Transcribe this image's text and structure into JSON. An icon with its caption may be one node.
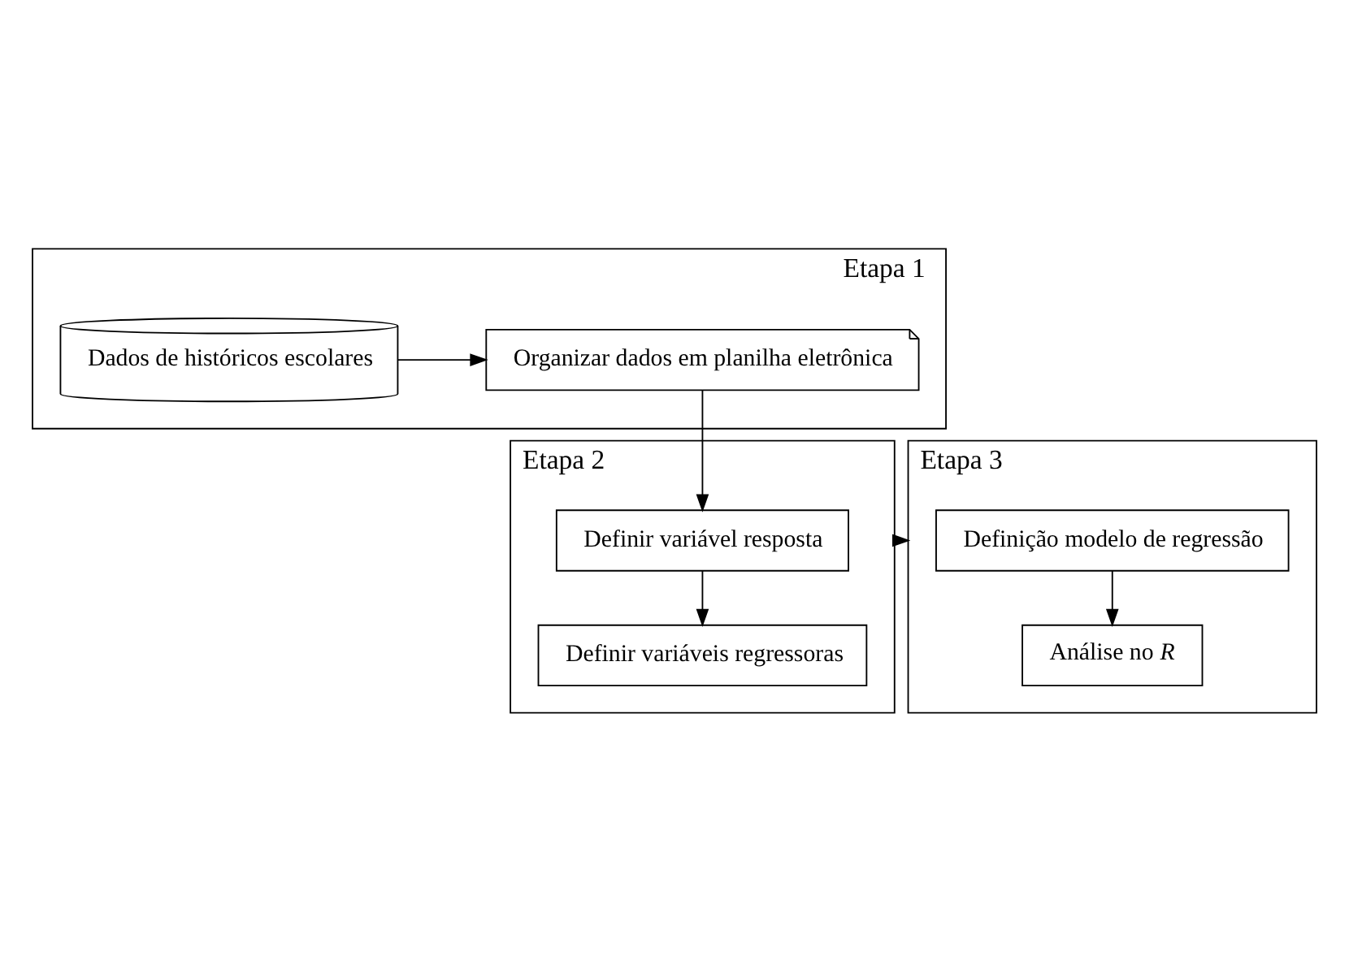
{
  "diagram": {
    "nodes": [
      {
        "text": [
          "Etapa 1"
        ]
      },
      {
        "text": [
          "Organizar dados em planilha eletrônica"
        ],
        "in": 0
      },
      {
        "text": [
          "Dados de históricos escolares"
        ],
        "in": 0
      },
      {
        "text": [
          "Etapa 2"
        ]
      },
      {
        "text": [
          "Definir variável resposta"
        ],
        "in": 3
      },
      {
        "text": [
          "Definir variáveis regressoras"
        ],
        "in": 3
      },
      {
        "text": [
          "Etapa 3"
        ]
      },
      {
        "text": [
          "Definição modelo de regressão"
        ],
        "in": 6
      },
      {
        "text": [
          "Análise no *R*"
        ],
        "in": 6
      }
    ],
    "edges": [
      {
        "from": 2,
        "to": 1,
        "arrow": "to"
      },
      {
        "from": 1,
        "to": 4,
        "arrow": "to"
      },
      {
        "from": 4,
        "to": 5,
        "arrow": "to"
      },
      {
        "from": 3,
        "to": 6,
        "arrow": "to"
      },
      {
        "from": 7,
        "to": 8,
        "arrow": "to"
      }
    ]
  }
}
